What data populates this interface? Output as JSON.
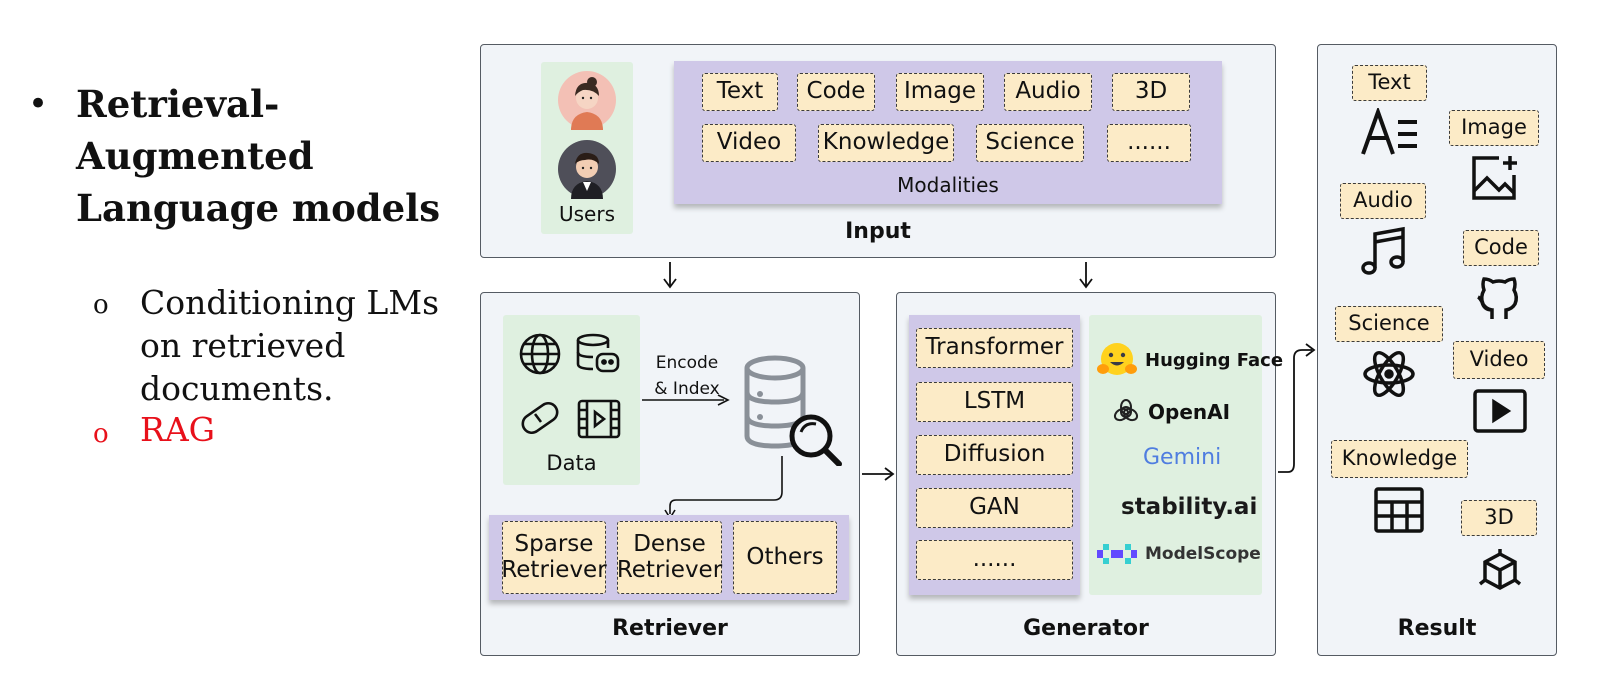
{
  "slide": {
    "heading": "Retrieval-\nAugmented\nLanguage models",
    "bullet_marker": "•",
    "sub_marker": "o",
    "subpoints": [
      "Conditioning LMs\non retrieved\ndocuments.",
      "RAG"
    ],
    "colors": {
      "rag": "#e8101a"
    }
  },
  "diagram": {
    "input": {
      "label": "Input",
      "users_label": "Users",
      "modalities_label": "Modalities",
      "modalities": [
        "Text",
        "Code",
        "Image",
        "Audio",
        "3D",
        "Video",
        "Knowledge",
        "Science",
        "......"
      ]
    },
    "retriever": {
      "label": "Retriever",
      "data_label": "Data",
      "encode_label": "Encode\n& Index",
      "types": [
        "Sparse\nRetriever",
        "Dense\nRetriever",
        "Others"
      ]
    },
    "generator": {
      "label": "Generator",
      "models": [
        "Transformer",
        "LSTM",
        "Diffusion",
        "GAN",
        "......"
      ],
      "providers": [
        "Hugging Face",
        "OpenAI",
        "Gemini",
        "stability.ai",
        "ModelScope"
      ]
    },
    "result": {
      "label": "Result",
      "items": [
        "Text",
        "Image",
        "Audio",
        "Code",
        "Science",
        "Video",
        "Knowledge",
        "3D"
      ]
    },
    "colors": {
      "panel": "#f1f4f8",
      "green": "#dff0e0",
      "purple": "#cfc8e8",
      "tag": "#fcebc7"
    }
  }
}
